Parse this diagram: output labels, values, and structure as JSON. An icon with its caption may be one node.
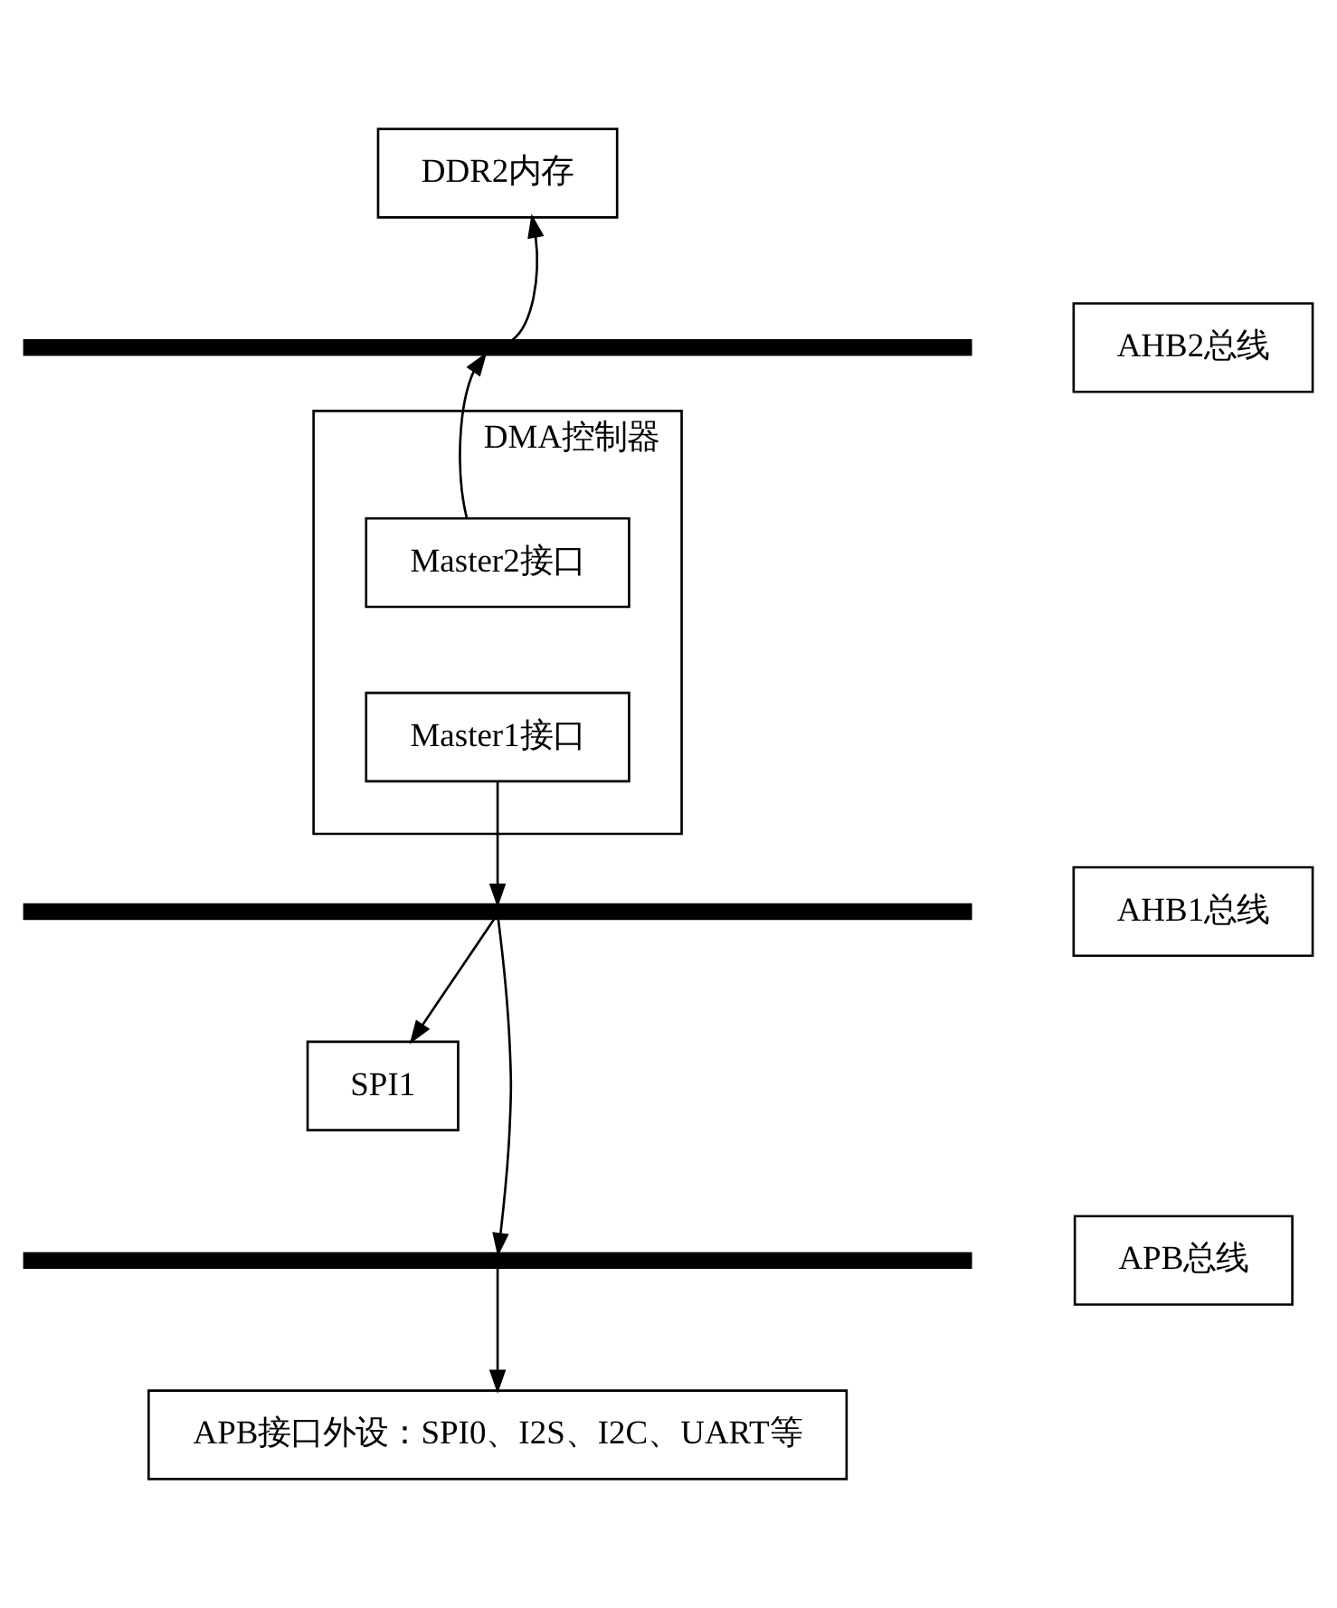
{
  "diagram": {
    "nodes": [
      {
        "text": [
          "DDR2内存"
        ]
      },
      {
        "text": [],
        "shape": "bar"
      },
      {
        "text": [
          "AHB2总线"
        ]
      },
      {
        "text": [
          "DMA控制器"
        ]
      },
      {
        "text": [
          "Master2接口"
        ],
        "in": 3
      },
      {
        "text": [
          "Master1接口"
        ],
        "in": 3
      },
      {
        "text": [],
        "shape": "bar"
      },
      {
        "text": [
          "AHB1总线"
        ]
      },
      {
        "text": [
          "SPI1"
        ]
      },
      {
        "text": [],
        "shape": "bar"
      },
      {
        "text": [
          "APB总线"
        ]
      },
      {
        "text": [
          "APB接口外设：SPI0、I2S、I2C、UART等"
        ]
      }
    ],
    "edges": [
      {
        "from": 1,
        "to": 0,
        "arrow": "to"
      },
      {
        "from": 4,
        "to": 1,
        "arrow": "to"
      },
      {
        "from": 5,
        "to": 6,
        "arrow": "to"
      },
      {
        "from": 6,
        "to": 8,
        "arrow": "to"
      },
      {
        "from": 6,
        "to": 9,
        "arrow": "to"
      },
      {
        "from": 9,
        "to": 11,
        "arrow": "to"
      }
    ]
  }
}
